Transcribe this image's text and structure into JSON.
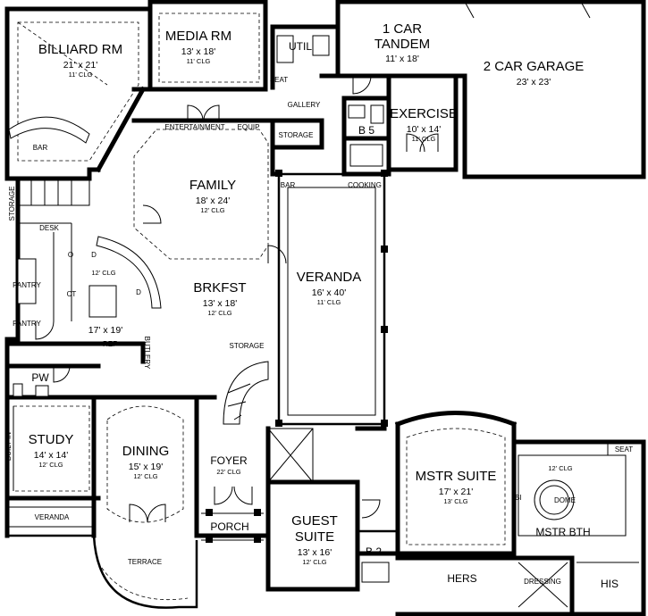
{
  "rooms": {
    "billiard": {
      "name": "BILLIARD RM",
      "dim": "21' x 21'",
      "clg": "11' CLG"
    },
    "media": {
      "name": "MEDIA RM",
      "dim": "13' x 18'",
      "clg": "11' CLG"
    },
    "util": {
      "name": "UTIL"
    },
    "tandem": {
      "name1": "1 CAR",
      "name2": "TANDEM",
      "dim": "11' x 18'"
    },
    "garage": {
      "name": "2 CAR GARAGE",
      "dim": "23' x 23'"
    },
    "exercise": {
      "name": "EXERCISE",
      "dim": "10' x 14'",
      "clg": "11' CLG"
    },
    "family": {
      "name": "FAMILY",
      "dim": "18' x 24'",
      "clg": "12' CLG"
    },
    "veranda_main": {
      "name": "VERANDA",
      "dim": "16' x 40'",
      "clg": "11' CLG"
    },
    "brkfst": {
      "name": "BRKFST",
      "dim": "13' x 18'",
      "clg": "12' CLG"
    },
    "kitchen": {
      "clg": "12' CLG",
      "dim": "17' x 19'"
    },
    "study": {
      "name": "STUDY",
      "dim": "14' x 14'",
      "clg": "12' CLG"
    },
    "dining": {
      "name": "DINING",
      "dim": "15' x 19'",
      "clg": "12' CLG"
    },
    "foyer": {
      "name": "FOYER",
      "clg": "22' CLG"
    },
    "porch": {
      "name": "PORCH"
    },
    "guest": {
      "name1": "GUEST",
      "name2": "SUITE",
      "dim": "13' x 16'",
      "clg": "12' CLG"
    },
    "mstr_suite": {
      "name": "MSTR SUITE",
      "dim": "17' x 21'",
      "clg": "13' CLG"
    },
    "mstr_bth": {
      "name": "MSTR BTH",
      "clg": "12' CLG"
    },
    "hers": {
      "name": "HERS"
    },
    "his": {
      "name": "HIS"
    }
  },
  "labels": {
    "seat_util": "SEAT",
    "gallery": "GALLERY",
    "b5": "B 5",
    "entertainment": "ENTERTAINMENT",
    "equip": "EQUIP",
    "storage_top": "STORAGE",
    "bar_family": "BAR",
    "cooking": "COOKING",
    "bar_billiard": "BAR",
    "storage_left": "STORAGE",
    "desk": "DESK",
    "pantry1": "PANTRY",
    "pantry2": "PANTRY",
    "o_label": "O",
    "d1": "D",
    "d2": "D",
    "ct": "CT",
    "ref": "REF",
    "butlery": "BUTLERY",
    "storage_stair": "STORAGE",
    "pw": "PW",
    "built_in": "BUILT IN",
    "veranda_left": "VERANDA",
    "terrace": "TERRACE",
    "b2": "B 2",
    "bi": "BI",
    "dome": "DOME",
    "seat_bath": "SEAT",
    "dressing": "DRESSING"
  }
}
